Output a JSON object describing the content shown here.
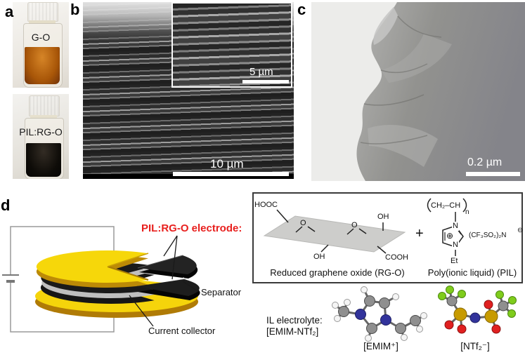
{
  "figure": {
    "panel_a": {
      "letter": "a",
      "vials": [
        {
          "name": "G-O",
          "liquid_color": "#a85608"
        },
        {
          "name": "PIL:RG-O",
          "liquid_color": "#0e0c08"
        }
      ]
    },
    "panel_b": {
      "letter": "b",
      "scalebar_main": "10 µm",
      "scalebar_inset": "5 µm"
    },
    "panel_c": {
      "letter": "c",
      "scalebar": "0.2 µm"
    },
    "panel_d": {
      "letter": "d",
      "electrode_callout": "PIL:RG-O electrode:",
      "separator_callout": "Separator",
      "collector_callout": "Current collector",
      "chem_box": {
        "rgo": {
          "hooc": "HOOC",
          "o_left": "O",
          "o_right": "O",
          "oh_top": "OH",
          "oh_bottom": "OH",
          "cooh": "COOH",
          "caption": "Reduced graphene oxide (RG-O)"
        },
        "plus": "+",
        "pil": {
          "repeat_unit": "CH₂–CH",
          "n": "n",
          "n_top": "N",
          "n_bottom": "N",
          "ring_charge": "⊕",
          "anion": "(CF₃SO₂)₂N",
          "anion_charge": "⊖",
          "ethyl": "Et",
          "caption": "Poly(ionic liquid) (PIL)"
        }
      },
      "electrolyte": {
        "line1": "IL electrolyte:",
        "line2": "[EMIM-NTf₂]",
        "cation_label": "[EMIM⁺]",
        "anion_label": "[NTf₂⁻]"
      }
    },
    "colors": {
      "accent_red": "#e8201e",
      "collector_yellow": "#f5d40b",
      "collector_gold": "#b07b06",
      "electrode_black": "#1a1a1a",
      "separator_gray": "#d6d6d6"
    }
  }
}
